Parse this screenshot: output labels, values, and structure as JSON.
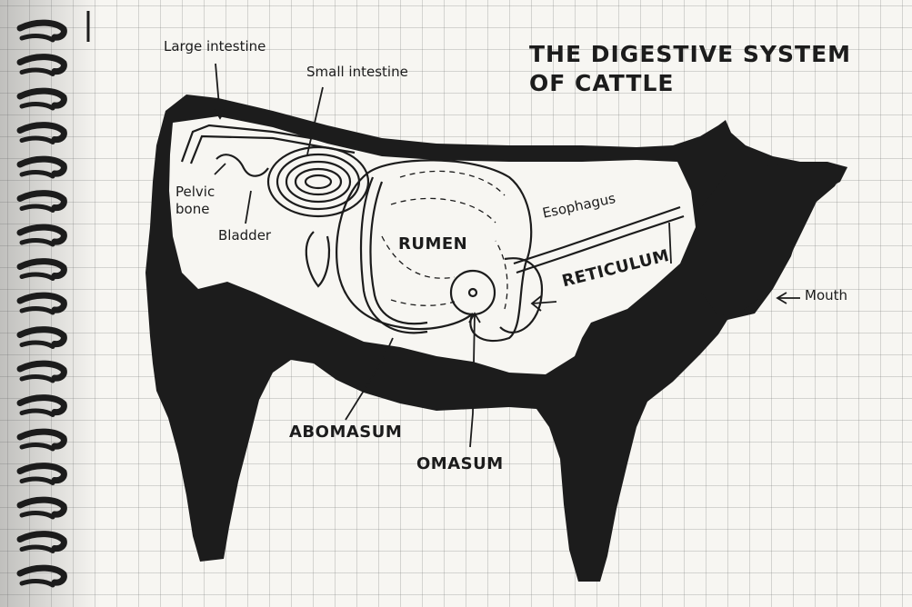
{
  "title": {
    "line1": "THE DIGESTIVE SYSTEM",
    "line2": "OF CATTLE"
  },
  "labels": {
    "large_intestine": "Large intestine",
    "small_intestine": "Small intestine",
    "pelvic_bone": "Pelvic bone",
    "bladder": "Bladder",
    "rumen": "RUMEN",
    "esophagus": "Esophagus",
    "reticulum": "RETICULUM",
    "mouth": "Mouth",
    "abomasum": "ABOMASUM",
    "omasum": "OMASUM"
  },
  "colors": {
    "ink": "#1c1c1c",
    "paper": "#f7f6f2",
    "grid": "#9a9a9a"
  }
}
